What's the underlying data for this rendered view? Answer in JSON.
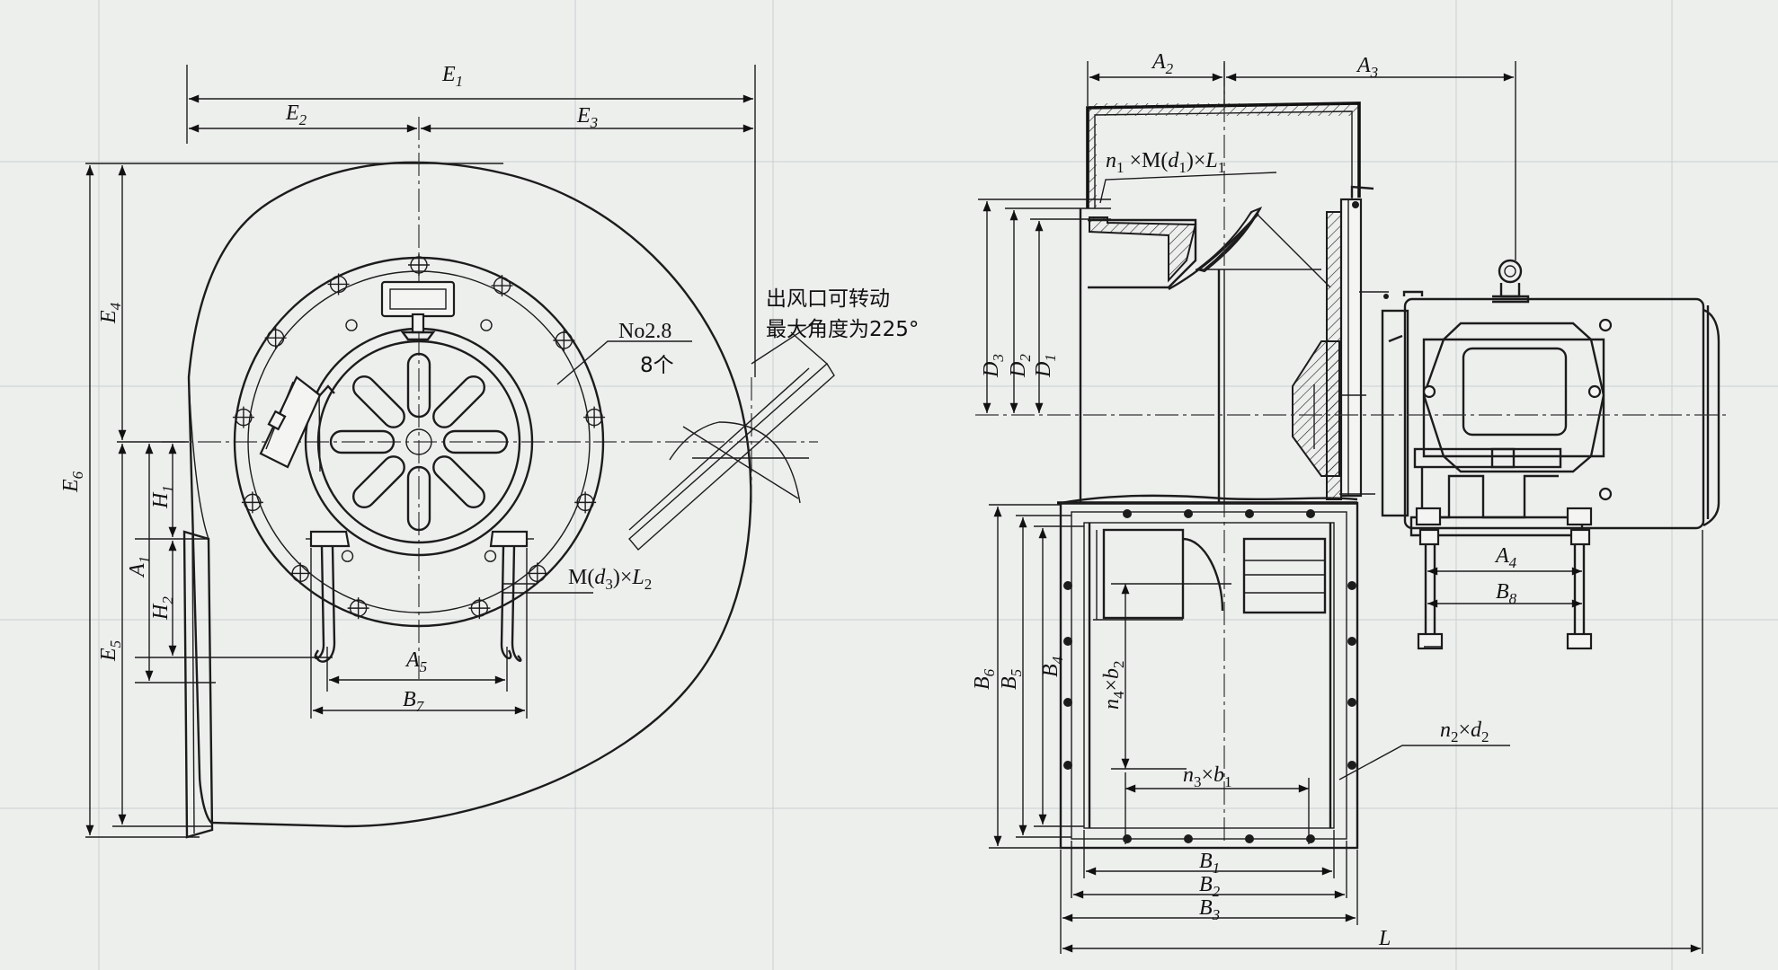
{
  "labels": {
    "E1": {
      "base": "E",
      "sub": "1"
    },
    "E2": {
      "base": "E",
      "sub": "2"
    },
    "E3": {
      "base": "E",
      "sub": "3"
    },
    "E4": {
      "base": "E",
      "sub": "4"
    },
    "E5": {
      "base": "E",
      "sub": "5"
    },
    "E6": {
      "base": "E",
      "sub": "6"
    },
    "H1": {
      "base": "H",
      "sub": "1"
    },
    "H2": {
      "base": "H",
      "sub": "2"
    },
    "A1": {
      "base": "A",
      "sub": "1"
    },
    "A2": {
      "base": "A",
      "sub": "2"
    },
    "A3": {
      "base": "A",
      "sub": "3"
    },
    "A4": {
      "base": "A",
      "sub": "4"
    },
    "A5": {
      "base": "A",
      "sub": "5"
    },
    "B1": {
      "base": "B",
      "sub": "1"
    },
    "B2": {
      "base": "B",
      "sub": "2"
    },
    "B3": {
      "base": "B",
      "sub": "3"
    },
    "B4": {
      "base": "B",
      "sub": "4"
    },
    "B5": {
      "base": "B",
      "sub": "5"
    },
    "B6": {
      "base": "B",
      "sub": "6"
    },
    "B7": {
      "base": "B",
      "sub": "7"
    },
    "B8": {
      "base": "B",
      "sub": "8"
    },
    "D1": {
      "base": "D",
      "sub": "1"
    },
    "D2": {
      "base": "D",
      "sub": "2"
    },
    "D3": {
      "base": "D",
      "sub": "3"
    },
    "L": "L"
  },
  "annotations": {
    "model": "No2.8",
    "hole_count": "8个",
    "outlet_note_line1": "出风口可转动",
    "outlet_note_line2": "最大角度为225°",
    "bolt_left": {
      "pre": "M(",
      "var": "d",
      "sub": "3",
      "post": ")×",
      "var2": "L",
      "sub2": "2"
    },
    "flange_bolts": {
      "n": "n",
      "nsub": "1",
      "pre": " ×M(",
      "var": "d",
      "sub": "1",
      "post": ")×",
      "var2": "L",
      "sub2": "1"
    },
    "holes_n2": {
      "n": "n",
      "nsub": "2",
      "x": "×",
      "var": "d",
      "sub": "2"
    },
    "holes_n3": {
      "n": "n",
      "nsub": "3",
      "x": "×",
      "var": "b",
      "sub": "1"
    },
    "holes_n4": {
      "n": "n",
      "nsub": "4",
      "x": "×",
      "var": "b",
      "sub": "2"
    }
  }
}
